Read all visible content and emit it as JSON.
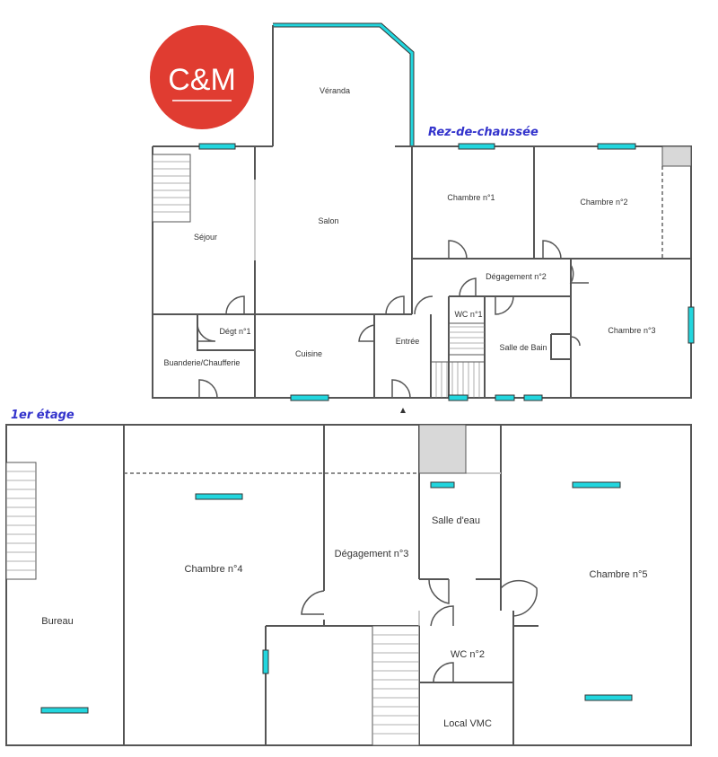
{
  "logo": {
    "text": "C&M",
    "color": "#e03c31"
  },
  "ground_floor": {
    "title": "Rez-de-chaussée",
    "rooms": [
      "Véranda",
      "Séjour",
      "Salon",
      "Chambre n°1",
      "Chambre n°2",
      "Dégagement n°2",
      "WC n°1",
      "Salle de Bain",
      "Chambre n°3",
      "Dégt n°1",
      "Cuisine",
      "Entrée",
      "Buanderie/Chaufferie"
    ]
  },
  "first_floor": {
    "title": "1er étage",
    "rooms": [
      "Bureau",
      "Chambre n°4",
      "Dégagement n°3",
      "Salle d'eau",
      "Chambre n°5",
      "WC n°2",
      "Local VMC"
    ]
  },
  "colors": {
    "window": "#22d6de",
    "wall": "#555555",
    "title": "#3333cc"
  }
}
